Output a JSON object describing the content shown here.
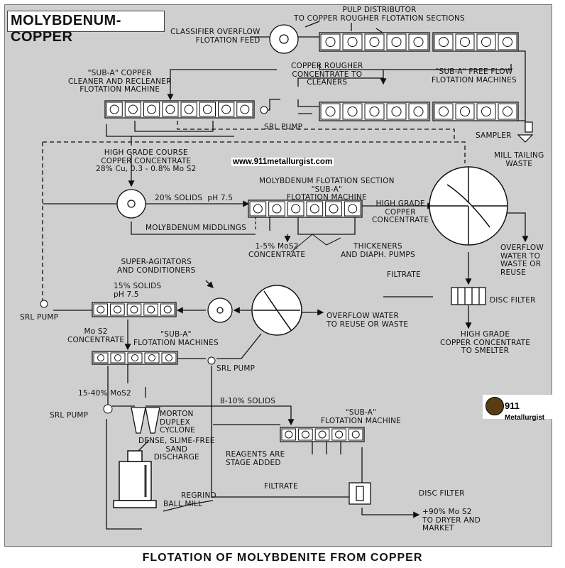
{
  "title": "MOLYBDENUM-COPPER",
  "caption": "FLOTATION OF MOLYBDENITE FROM COPPER",
  "watermark": "www.911metallurgist.com",
  "logo": {
    "number": "911",
    "name": "Metallurgist"
  },
  "labels": {
    "pulp_distributor": "PULP DISTRIBUTOR\nTO COPPER ROUGHER FLOTATION SECTIONS",
    "classifier_overflow": "CLASSIFIER OVERFLOW\nFLOTATION FEED",
    "cleaner_machine": "\"SUB-A\" COPPER\nCLEANER AND RECLEANER\nFLOTATION MACHINE",
    "rougher_concentrate": "COPPER ROUGHER\nCONCENTRATE TO\nCLEANERS",
    "free_flow": "\"SUB-A\" FREE FLOW\nFLOTATION MACHINES",
    "srl_pump_1": "SRL PUMP",
    "sampler": "SAMPLER",
    "mill_tailing": "MILL TAILING\nWASTE",
    "high_grade_course": "HIGH GRADE COURSE\nCOPPER CONCENTRATE\n28% Cu, 0.3 - 0.8% Mo S2",
    "moly_section": "MOLYBDENUM FLOTATION SECTION\n\"SUB-A\"\nFLOTATION MACHINE",
    "solids_ph_75": "20% SOLIDS  pH 7.5",
    "high_grade_copper_conc": "HIGH GRADE\nCOPPER\nCONCENTRATE",
    "moly_middlings": "MOLYBDENUM MIDDLINGS",
    "mos2_1_5": "1-5% MoS2\nCONCENTRATE",
    "thickeners": "THICKENERS\nAND DIAPH. PUMPS",
    "overflow_waste": "OVERFLOW\nWATER TO\nWASTE OR\nREUSE",
    "super_agitators": "SUPER-AGITATORS\nAND CONDITIONERS",
    "filtrate_1": "FILTRATE",
    "solids_15": "15% SOLIDS\npH 7.5",
    "disc_filter_1": "DISC FILTER",
    "srl_pump_2": "SRL PUMP",
    "overflow_reuse": "OVERFLOW WATER\nTO REUSE OR WASTE",
    "mos2_conc": "Mo S2\nCONCENTRATE",
    "sub_a_flotation": "\"SUB-A\"\nFLOTATION MACHINES",
    "high_grade_smelter": "HIGH GRADE\nCOPPER CONCENTRATE\nTO SMELTER",
    "srl_pump_3": "SRL PUMP",
    "mos2_15_40": "15-40% MoS2",
    "solids_8_10": "8-10% SOLIDS",
    "sub_a_flotation_2": "\"SUB-A\"\nFLOTATION MACHINE",
    "srl_pump_4": "SRL PUMP",
    "morton_cyclone": "MORTON\nDUPLEX\nCYCLONE",
    "dense_sand": "DENSE, SLIME-FREE\nSAND\nDISCHARGE",
    "reagents": "REAGENTS ARE\nSTAGE ADDED",
    "regrind": "REGRIND",
    "filtrate_2": "FILTRATE",
    "disc_filter_2": "DISC FILTER",
    "ball_mill": "BALL MILL",
    "mos2_90": "+90% Mo S2\nTO DRYER AND\nMARKET"
  }
}
